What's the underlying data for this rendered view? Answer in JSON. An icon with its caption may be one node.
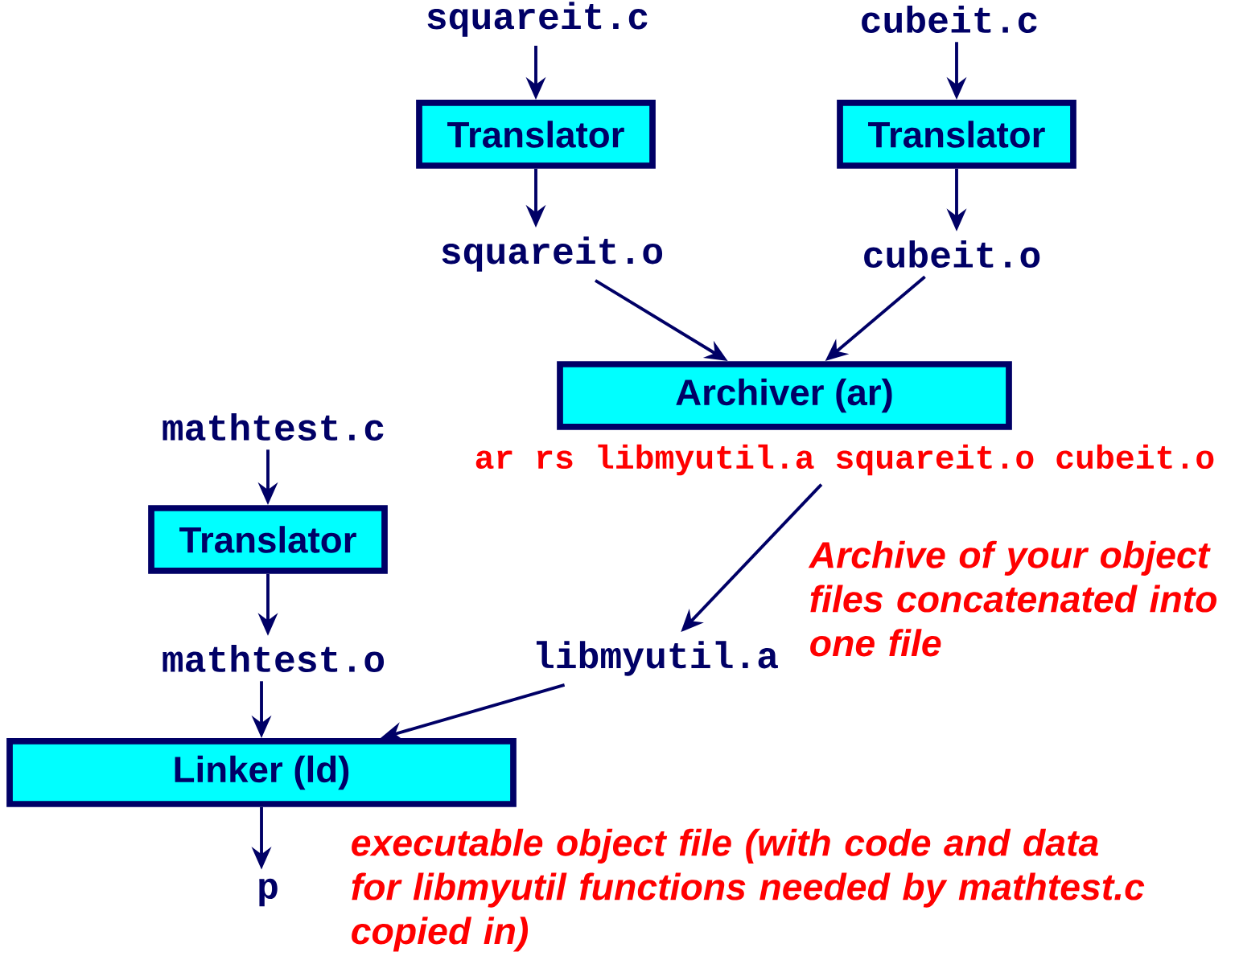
{
  "diagram": {
    "nodes": [
      {
        "text": [
          "squareit.c"
        ]
      },
      {
        "text": [
          "Translator"
        ]
      },
      {
        "text": [
          "squareit.o"
        ]
      },
      {
        "text": [
          "cubeit.c"
        ]
      },
      {
        "text": [
          "Translator"
        ]
      },
      {
        "text": [
          "cubeit.o"
        ]
      },
      {
        "text": [
          "Archiver (ar)"
        ]
      },
      {
        "text": [
          "ar rs libmyutil.a squareit.o cubeit.o"
        ]
      },
      {
        "text": [
          "mathtest.c"
        ]
      },
      {
        "text": [
          "Translator"
        ]
      },
      {
        "text": [
          "mathtest.o"
        ]
      },
      {
        "text": [
          "libmyutil.a"
        ]
      },
      {
        "text": [
          "Linker (ld)"
        ]
      },
      {
        "text": [
          "p"
        ]
      }
    ],
    "edges": [
      {
        "from": 0,
        "to": 1,
        "arrow": "to"
      },
      {
        "from": 1,
        "to": 2,
        "arrow": "to"
      },
      {
        "from": 3,
        "to": 4,
        "arrow": "to"
      },
      {
        "from": 4,
        "to": 5,
        "arrow": "to"
      },
      {
        "from": 2,
        "to": 6,
        "arrow": "to"
      },
      {
        "from": 5,
        "to": 6,
        "arrow": "to"
      },
      {
        "from": 7,
        "to": 11,
        "arrow": "to"
      },
      {
        "from": 8,
        "to": 9,
        "arrow": "to"
      },
      {
        "from": 9,
        "to": 10,
        "arrow": "to"
      },
      {
        "from": 10,
        "to": 12,
        "arrow": "to"
      },
      {
        "from": 11,
        "to": 12,
        "arrow": "to"
      },
      {
        "from": 12,
        "to": 13,
        "arrow": "to"
      }
    ],
    "labels": [
      "Archive of your object files concatenated into one file",
      "executable object file (with code and data for libmyutil functions needed by mathtest.c copied in)"
    ]
  }
}
